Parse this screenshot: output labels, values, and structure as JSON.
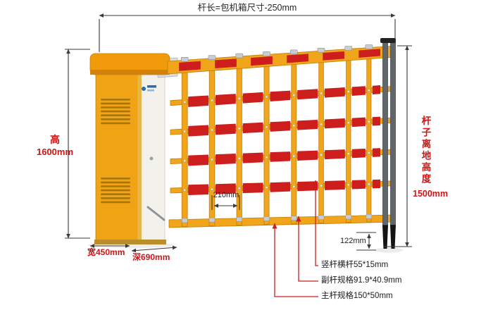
{
  "diagram": {
    "top_dimension": "杆长=包机箱尺寸-250mm",
    "left_dimension": {
      "label": "高",
      "value": "1600mm"
    },
    "right_dimension": {
      "label": "杆子离地高度",
      "value": "1500mm"
    },
    "width_dimension": "宽450mm",
    "depth_dimension": "深690mm",
    "bar_spacing": "210mm",
    "foot_height": "122mm",
    "callouts": [
      "竖杆横杆55*15mm",
      "副杆规格91.9*40.9mm",
      "主杆规格150*50mm"
    ]
  },
  "colors": {
    "bar_yellow": "#F0A51B",
    "bar_yellow_dark": "#C07F0A",
    "panel_red": "#CE1D1D",
    "cap_orange": "#F09A0C",
    "cabinet_front": "#F3F1EB",
    "silver": "#C9CDD2",
    "post_gray": "#60666C",
    "foot_black": "#141414",
    "dim_line": "#3A3A3A",
    "dim_text_red": "#CC1616",
    "text_dark": "#262626"
  }
}
